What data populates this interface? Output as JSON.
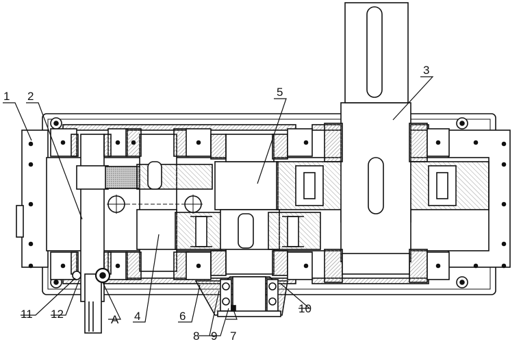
{
  "drawing": {
    "callouts": [
      {
        "key": "c1",
        "label": "1"
      },
      {
        "key": "c2",
        "label": "2"
      },
      {
        "key": "c3",
        "label": "3"
      },
      {
        "key": "c4",
        "label": "4"
      },
      {
        "key": "c5",
        "label": "5"
      },
      {
        "key": "c6",
        "label": "6"
      },
      {
        "key": "c7",
        "label": "7"
      },
      {
        "key": "c8",
        "label": "8"
      },
      {
        "key": "c9",
        "label": "9"
      },
      {
        "key": "c10",
        "label": "10"
      },
      {
        "key": "c11",
        "label": "11"
      },
      {
        "key": "c12",
        "label": "12"
      },
      {
        "key": "cA",
        "label": "A"
      }
    ],
    "colors": {
      "line": "#111111",
      "hatch": "#9a9a9a",
      "fill": "#ffffff",
      "hole": "#222222"
    }
  }
}
